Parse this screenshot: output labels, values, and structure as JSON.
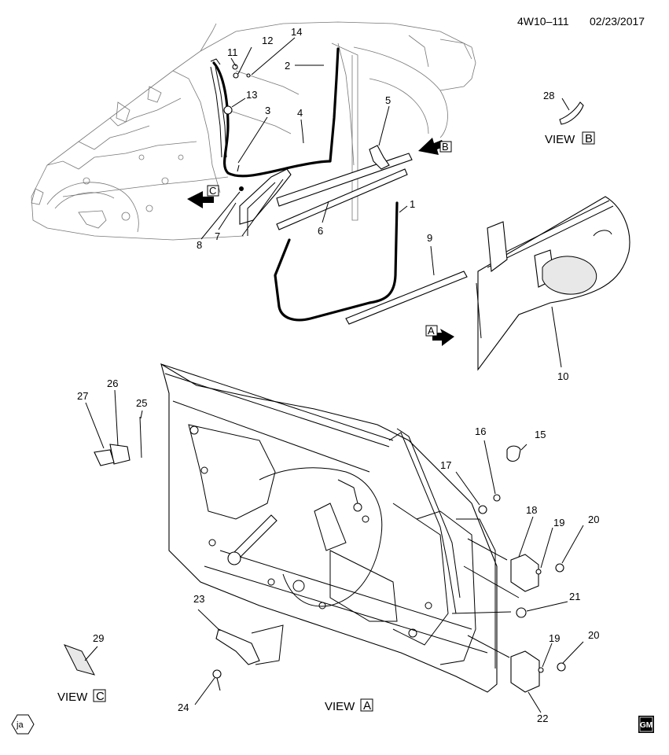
{
  "header": {
    "code": "4W10–111",
    "date": "02/23/2017"
  },
  "views": {
    "A": {
      "word": "VIEW",
      "letter": "A"
    },
    "B": {
      "word": "VIEW",
      "letter": "B"
    },
    "C": {
      "word": "VIEW",
      "letter": "C"
    }
  },
  "arrows": {
    "a": "A",
    "b": "B",
    "c": "C"
  },
  "callouts": {
    "c1": "1",
    "c2": "2",
    "c3": "3",
    "c4": "4",
    "c5": "5",
    "c6": "6",
    "c7": "7",
    "c8": "8",
    "c9": "9",
    "c10": "10",
    "c11": "11",
    "c12": "12",
    "c13": "13",
    "c14": "14",
    "c15": "15",
    "c16": "16",
    "c17": "17",
    "c18": "18",
    "c19a": "19",
    "c19b": "19",
    "c20a": "20",
    "c20b": "20",
    "c21": "21",
    "c22": "22",
    "c23": "23",
    "c24": "24",
    "c25": "25",
    "c26": "26",
    "c27": "27",
    "c28": "28",
    "c29": "29"
  },
  "footer": {
    "hex_badge": "ja",
    "logo": "GM"
  },
  "icons": [
    "hexagon-badge-icon",
    "gm-logo-icon",
    "view-arrow-icon"
  ]
}
